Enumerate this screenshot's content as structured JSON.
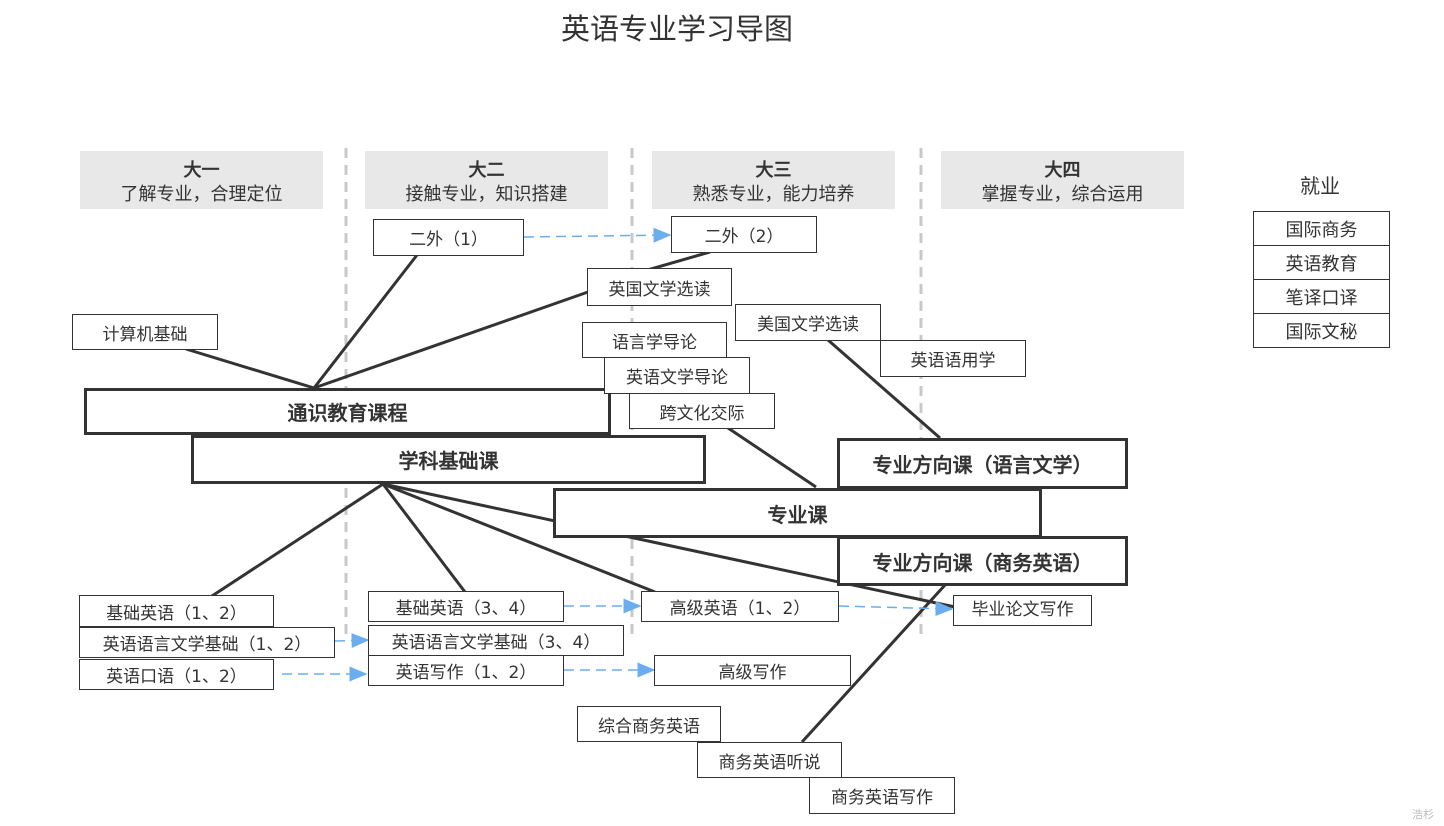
{
  "title": "英语专业学习导图",
  "years": [
    {
      "name": "大一",
      "sub": "了解专业，合理定位"
    },
    {
      "name": "大二",
      "sub": "接触专业，知识搭建"
    },
    {
      "name": "大三",
      "sub": "熟悉专业，能力培养"
    },
    {
      "name": "大四",
      "sub": "掌握专业，综合运用"
    }
  ],
  "main_nodes": {
    "general_education": "通识教育课程",
    "subject_foundation": "学科基础课",
    "major_courses": "专业课",
    "direction_literature": "专业方向课（语言文学）",
    "direction_business": "专业方向课（商务英语）"
  },
  "courses": {
    "second_foreign_1": "二外（1）",
    "second_foreign_2": "二外（2）",
    "british_literature": "英国文学选读",
    "computer_basics": "计算机基础",
    "linguistics_intro": "语言学导论",
    "literature_intro": "英语文学导论",
    "intercultural": "跨文化交际",
    "american_literature": "美国文学选读",
    "pragmatics": "英语语用学",
    "basic_english_12": "基础英语（1、2）",
    "basic_english_34": "基础英语（3、4）",
    "advanced_english_12": "高级英语（1、2）",
    "thesis": "毕业论文写作",
    "lang_lit_basics_12": "英语语言文学基础（1、2）",
    "lang_lit_basics_34": "英语语言文学基础（3、4）",
    "oral_english_12": "英语口语（1、2）",
    "writing_12": "英语写作（1、2）",
    "advanced_writing": "高级写作",
    "comprehensive_business": "综合商务英语",
    "business_listening": "商务英语听说",
    "business_writing": "商务英语写作"
  },
  "employment": {
    "label": "就业",
    "items": [
      "国际商务",
      "英语教育",
      "笔译口译",
      "国际文秘"
    ]
  },
  "watermark": "浩杉",
  "colors": {
    "line": "#333333",
    "arrow": "#6aaef0",
    "divider": "#c8c8c8",
    "year_bg": "#e8e8e8"
  }
}
